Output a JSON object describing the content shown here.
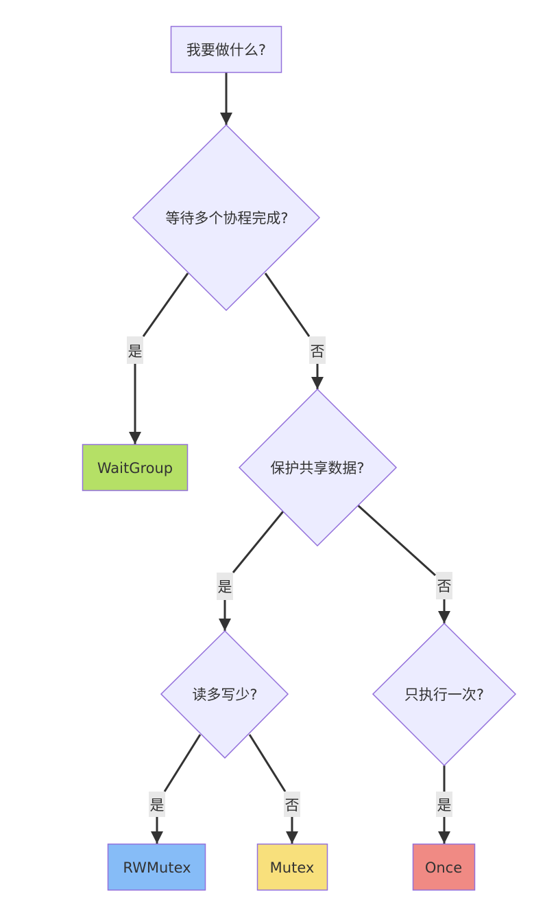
{
  "diagram": {
    "type": "flowchart",
    "colors": {
      "default_fill": "#ECECFF",
      "node_border": "#9370DB",
      "edge": "#333333",
      "edge_label_bg": "#E8E8E8",
      "text": "#333333"
    },
    "nodes": {
      "start": {
        "label": "我要做什么?",
        "shape": "rect",
        "fill": "#ECECFF"
      },
      "wait_multi": {
        "label": "等待多个协程完成?",
        "shape": "diamond",
        "fill": "#ECECFF"
      },
      "waitgroup": {
        "label": "WaitGroup",
        "shape": "rect",
        "fill": "#B5E066"
      },
      "protect_data": {
        "label": "保护共享数据?",
        "shape": "diamond",
        "fill": "#ECECFF"
      },
      "read_heavy": {
        "label": "读多写少?",
        "shape": "diamond",
        "fill": "#ECECFF"
      },
      "exec_once": {
        "label": "只执行一次?",
        "shape": "diamond",
        "fill": "#ECECFF"
      },
      "rwmutex": {
        "label": "RWMutex",
        "shape": "rect",
        "fill": "#86BCF7"
      },
      "mutex": {
        "label": "Mutex",
        "shape": "rect",
        "fill": "#F8E07C"
      },
      "once": {
        "label": "Once",
        "shape": "rect",
        "fill": "#F08A84"
      }
    },
    "edges": [
      {
        "from": "start",
        "to": "wait_multi",
        "label": ""
      },
      {
        "from": "wait_multi",
        "to": "waitgroup",
        "label": "是"
      },
      {
        "from": "wait_multi",
        "to": "protect_data",
        "label": "否"
      },
      {
        "from": "protect_data",
        "to": "read_heavy",
        "label": "是"
      },
      {
        "from": "protect_data",
        "to": "exec_once",
        "label": "否"
      },
      {
        "from": "read_heavy",
        "to": "rwmutex",
        "label": "是"
      },
      {
        "from": "read_heavy",
        "to": "mutex",
        "label": "否"
      },
      {
        "from": "exec_once",
        "to": "once",
        "label": "是"
      }
    ]
  }
}
